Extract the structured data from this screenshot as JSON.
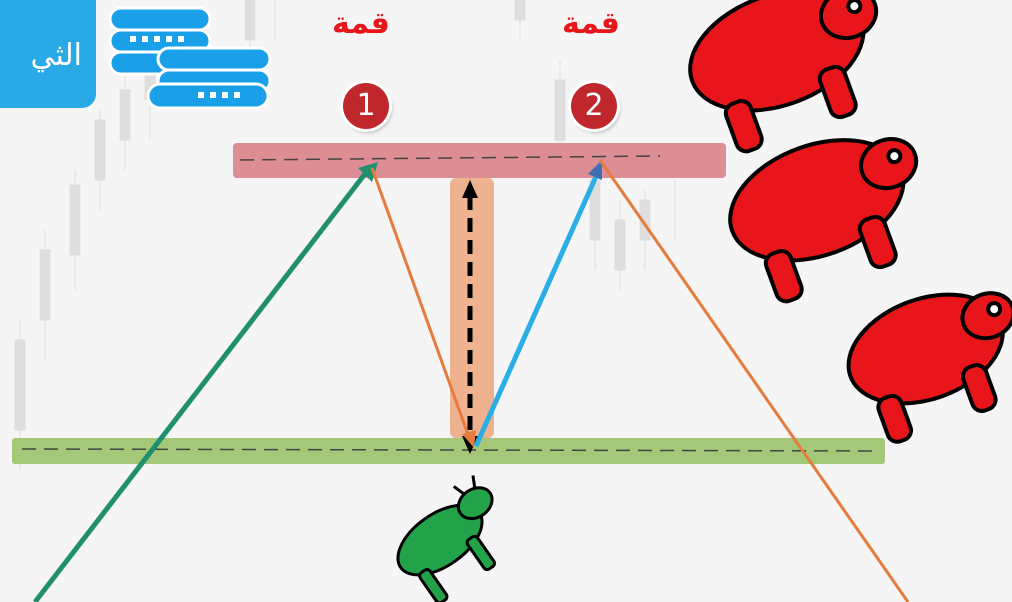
{
  "tab": {
    "label": "الثي"
  },
  "peaks": [
    {
      "label": "قمة",
      "number": "1"
    },
    {
      "label": "قمة",
      "number": "2"
    }
  ],
  "colors": {
    "tab": "#29a9e6",
    "resistance_zone": "#d9838a",
    "support_zone": "#9cc36a",
    "peak_label": "#e8151b",
    "badge": "#c0272d",
    "bear": "#e8151b",
    "bull": "#22a34a",
    "coins": "#1aa0e8",
    "distance_bar": "#eeb28f",
    "line_up_green": "#1f8f6e",
    "line_orange": "#e57b3c",
    "line_blue": "#29aee6"
  },
  "icons": [
    "coins-icon",
    "bear-icon",
    "bull-icon"
  ]
}
